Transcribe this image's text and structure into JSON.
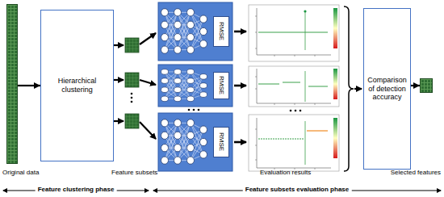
{
  "diagram": {
    "nodes": [
      {
        "text": [
          "Original data"
        ]
      },
      {
        "text": [
          "Hierarchical clustering"
        ]
      },
      {
        "text": [
          "RMSE"
        ]
      },
      {
        "text": [
          "RMSE"
        ]
      },
      {
        "text": [
          "RMSE"
        ]
      },
      {
        "text": [
          "Comparison of detection accuracy"
        ]
      },
      {
        "text": [
          "Selected features"
        ]
      }
    ],
    "edges": [
      {
        "from": 0,
        "to": 1,
        "arrow": "to"
      },
      {
        "from": 5,
        "to": 6,
        "arrow": "to"
      }
    ],
    "labels": [
      "Feature subsets",
      "Evaluation results",
      "Feature clustering phase",
      "Feature subsets evaluation phase"
    ]
  }
}
